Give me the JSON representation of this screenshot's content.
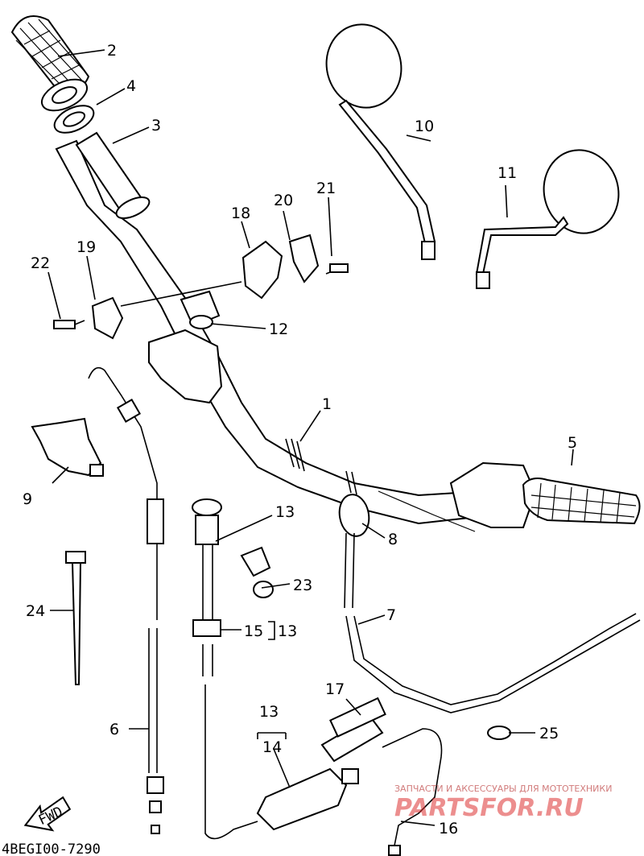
{
  "diagram": {
    "code": "4BEGI00-7290",
    "fwd_label": "FWD",
    "labels": {
      "p1": "1",
      "p2": "2",
      "p3": "3",
      "p4": "4",
      "p5": "5",
      "p6": "6",
      "p7": "7",
      "p8": "8",
      "p9": "9",
      "p10": "10",
      "p11": "11",
      "p12": "12",
      "p13a": "13",
      "p13b": "13",
      "p13c": "13",
      "p14": "14",
      "p15": "15",
      "p16": "16",
      "p17": "17",
      "p18": "18",
      "p19": "19",
      "p20": "20",
      "p21": "21",
      "p22": "22",
      "p23": "23",
      "p24": "24",
      "p25": "25"
    }
  },
  "watermark": {
    "line1": "ЗАПЧАСТИ И АКСЕССУАРЫ ДЛЯ МОТОТЕХНИКИ",
    "line2": "PARTSFOR.RU"
  }
}
